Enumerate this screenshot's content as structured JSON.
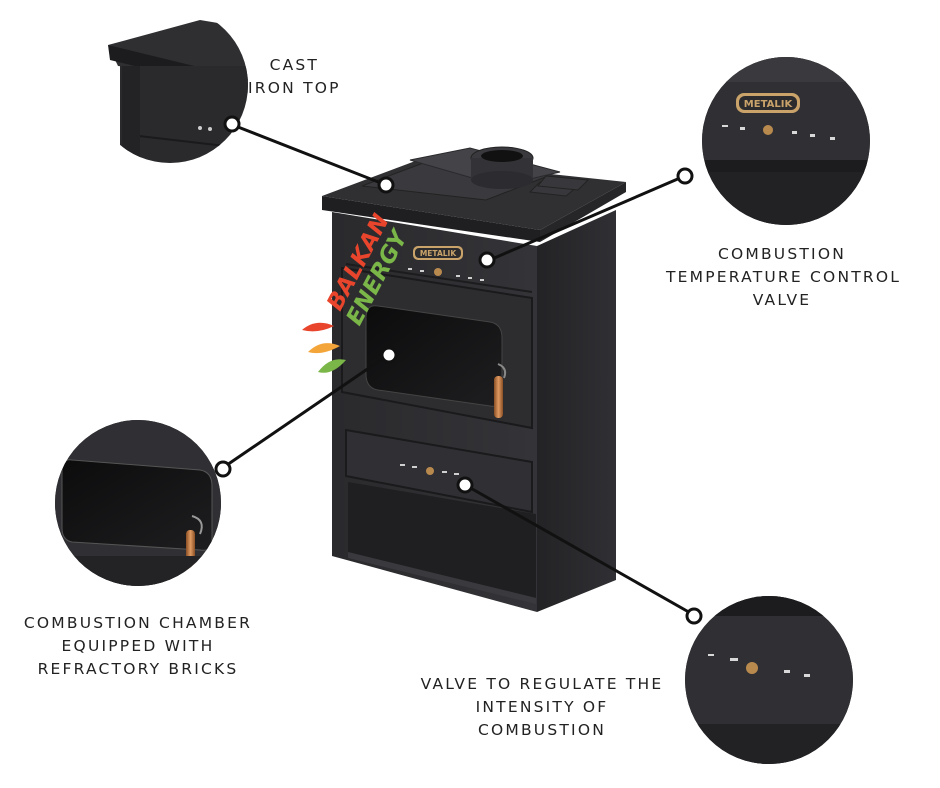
{
  "brand": {
    "plate_text": "METALIK",
    "watermark_line1": "BALKAN",
    "watermark_line2": "ENERGY",
    "watermark_color_red": "#e8452c",
    "watermark_color_green": "#7ab648"
  },
  "colors": {
    "stove_body": "#2b2b2e",
    "stove_dark": "#1a1a1c",
    "brass": "#b98a4e",
    "copper": "#c07a45",
    "leader_line": "#111111"
  },
  "callouts": {
    "cast_iron_top": {
      "line1": "CAST",
      "line2": "IRON TOP"
    },
    "temp_valve": {
      "line1": "COMBUSTION",
      "line2": "TEMPERATURE CONTROL",
      "line3": "VALVE"
    },
    "chamber": {
      "line1": "COMBUSTION CHAMBER",
      "line2": "EQUIPPED WITH",
      "line3": "REFRACTORY BRICKS"
    },
    "intensity_valve": {
      "line1": "VALVE TO REGULATE THE",
      "line2": "INTENSITY OF",
      "line3": "COMBUSTION"
    }
  }
}
